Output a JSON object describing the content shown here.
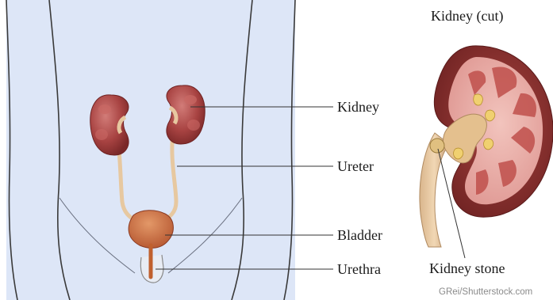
{
  "labels": {
    "kidney": "Kidney",
    "ureter": "Ureter",
    "bladder": "Bladder",
    "urethra": "Urethra",
    "kidney_cut_title": "Kidney (cut)",
    "kidney_stone": "Kidney stone"
  },
  "credit": "GRei/Shutterstock.com",
  "colors": {
    "body_fill": "#dde6f7",
    "outline": "#3a3a3a",
    "kidney": "#b04a4a",
    "ureter": "#e7c8a0",
    "bladder": "#c46a3e",
    "cortex": "#7a2a2a",
    "medulla": "#e6a5a0",
    "stone": "#e0c080"
  }
}
